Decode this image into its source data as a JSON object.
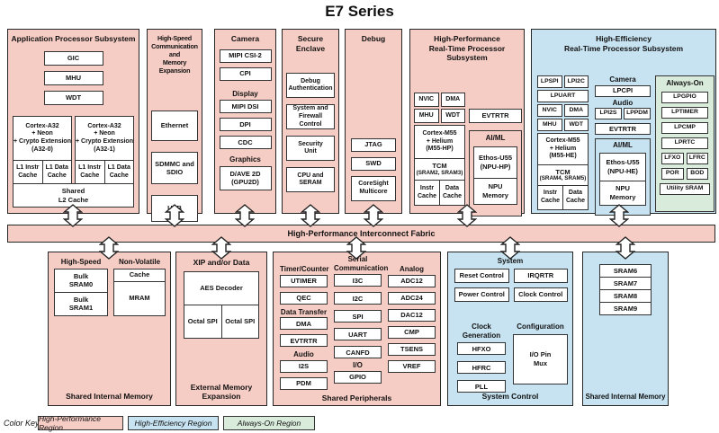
{
  "title": "E7 Series",
  "fabric": {
    "label": "High-Performance Interconnect Fabric"
  },
  "colors": {
    "high_performance": "#f6cdc5",
    "high_efficiency": "#c7e3f1",
    "always_on": "#d9ecdb"
  },
  "app": {
    "title": "Application Processor Subsystem",
    "boxes": [
      "GIC",
      "MHU",
      "WDT"
    ],
    "cores": [
      {
        "name": "Cortex-A32\n+ Neon\n+ Crypto Extension\n(A32-0)",
        "l1i": "L1 Instr\nCache",
        "l1d": "L1 Data\nCache"
      },
      {
        "name": "Cortex-A32\n+ Neon\n+ Crypto Extension\n(A32-1)",
        "l1i": "L1 Instr\nCache",
        "l1d": "L1 Data\nCache"
      }
    ],
    "l2": "Shared\nL2 Cache"
  },
  "hscom": {
    "title": "High-Speed\nCommunication and\nMemory Expansion",
    "boxes": [
      "Ethernet",
      "SDMMC and\nSDIO",
      "USB"
    ]
  },
  "camera": {
    "title": "Camera",
    "camera_boxes": [
      "MIPI CSI-2",
      "CPI"
    ],
    "display_header": "Display",
    "display_boxes": [
      "MIPI DSI",
      "DPI",
      "CDC"
    ],
    "graphics_header": "Graphics",
    "graphics_box": "D/AVE 2D\n(GPU2D)"
  },
  "secure": {
    "title": "Secure\nEnclave",
    "boxes": [
      "Debug\nAuthentication",
      "System and\nFirewall Control",
      "Security\nUnit",
      "CPU and\nSERAM"
    ]
  },
  "debug": {
    "title": "Debug",
    "boxes": [
      "JTAG",
      "SWD",
      "CoreSight\nMulticore"
    ]
  },
  "hprt": {
    "title": "High-Performance\nReal-Time Processor Subsystem",
    "row1": [
      "NVIC",
      "DMA"
    ],
    "row2": [
      "MHU",
      "WDT"
    ],
    "evtrtr": "EVTRTR",
    "core": "Cortex-M55\n+ Helium\n(M55-HP)",
    "tcm": "TCM",
    "tcm_sub": "(SRAM2, SRAM3)",
    "icache": "Instr\nCache",
    "dcache": "Data\nCache",
    "aiml": {
      "title": "AI/ML",
      "npu": "Ethos-U55\n(NPU-HP)",
      "npu_mem": "NPU\nMemory"
    }
  },
  "hert": {
    "title": "High-Efficiency\nReal-Time Processor Subsystem",
    "row1": [
      "LPSPI",
      "LPI2C"
    ],
    "lpuart": "LPUART",
    "row2": [
      "NVIC",
      "DMA"
    ],
    "row3": [
      "MHU",
      "WDT"
    ],
    "core": "Cortex-M55\n+ Helium\n(M55-HE)",
    "tcm": "TCM",
    "tcm_sub": "(SRAM4, SRAM5)",
    "icache": "Instr\nCache",
    "dcache": "Data\nCache",
    "camera_header": "Camera",
    "lpcpi": "LPCPI",
    "audio_header": "Audio",
    "audio_boxes": [
      "LPI2S",
      "LPPDM"
    ],
    "evtrtr": "EVTRTR",
    "aiml": {
      "title": "AI/ML",
      "npu": "Ethos-U55\n(NPU-HE)",
      "npu_mem": "NPU\nMemory"
    },
    "always_on": {
      "title": "Always-On",
      "boxes": [
        "LPGPIO",
        "LPTIMER",
        "LPCMP",
        "LPRTC"
      ],
      "rowA": [
        "LFXO",
        "LFRC"
      ],
      "rowB": [
        "POR",
        "BOD"
      ],
      "utility": "Utility SRAM"
    }
  },
  "sim_left": {
    "hs_header": "High-Speed",
    "nv_header": "Non-Volatile",
    "hs_boxes": [
      "Bulk\nSRAM0",
      "Bulk\nSRAM1"
    ],
    "nv_boxes": [
      "Cache",
      "MRAM"
    ],
    "label": "Shared Internal Memory"
  },
  "eme": {
    "header": "XIP and/or Data",
    "aes": "AES Decoder",
    "spi": [
      "Octal SPI",
      "Octal SPI"
    ],
    "label": "External Memory\nExpansion"
  },
  "periph": {
    "timer_header": "Timer/Counter",
    "timer_boxes": [
      "UTIMER",
      "QEC"
    ],
    "dt_header": "Data Transfer",
    "dt_boxes": [
      "DMA",
      "EVTRTR"
    ],
    "audio_header": "Audio",
    "audio_boxes": [
      "I2S",
      "PDM"
    ],
    "serial_header": "Serial\nCommunication",
    "serial_boxes": [
      "I3C",
      "I2C",
      "SPI",
      "UART",
      "CANFD"
    ],
    "io_header": "I/O",
    "io_box": "GPIO",
    "analog_header": "Analog",
    "analog_boxes": [
      "ADC12",
      "ADC24",
      "DAC12",
      "CMP",
      "TSENS",
      "VREF"
    ],
    "label": "Shared Peripherals"
  },
  "sysctl": {
    "system_header": "System",
    "system_boxes": [
      "Reset Control",
      "IRQRTR",
      "Power Control",
      "Clock Control"
    ],
    "clkgen_header": "Clock Generation",
    "clkgen_boxes": [
      "HFXO",
      "HFRC",
      "PLL"
    ],
    "config_header": "Configuration",
    "config_box": "I/O Pin\nMux",
    "label": "System Control"
  },
  "sim_right": {
    "boxes": [
      "SRAM6",
      "SRAM7",
      "SRAM8",
      "SRAM9"
    ],
    "label": "Shared Internal Memory"
  },
  "color_key": {
    "label": "Color Key:",
    "items": [
      {
        "label": "High-Performance Region",
        "color": "#f6cdc5"
      },
      {
        "label": "High-Efficiency Region",
        "color": "#c7e3f1"
      },
      {
        "label": "Always-On Region",
        "color": "#d9ecdb"
      }
    ]
  }
}
